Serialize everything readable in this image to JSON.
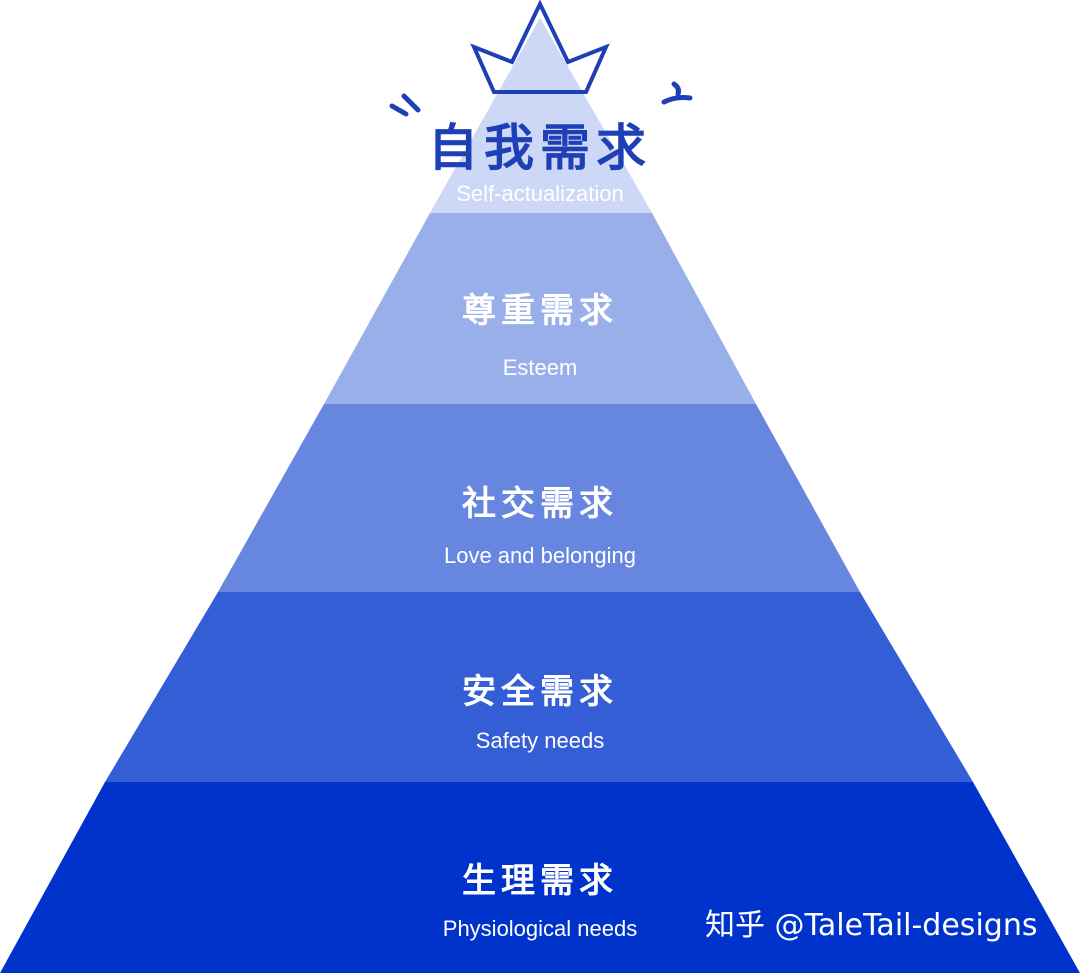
{
  "pyramid": {
    "levels": [
      {
        "title_zh": "自我需求",
        "title_en": "Self-actualization",
        "color": "#CDD8F7"
      },
      {
        "title_zh": "尊重需求",
        "title_en": "Esteem",
        "color": "#98AFEA"
      },
      {
        "title_zh": "社交需求",
        "title_en": "Love and belonging",
        "color": "#6786E0"
      },
      {
        "title_zh": "安全需求",
        "title_en": "Safety needs",
        "color": "#345ED6"
      },
      {
        "title_zh": "生理需求",
        "title_en": "Physiological needs",
        "color": "#0033CC"
      }
    ],
    "accent_color": "#1E3FB5"
  },
  "watermark": "知乎 @TaleTail-designs"
}
